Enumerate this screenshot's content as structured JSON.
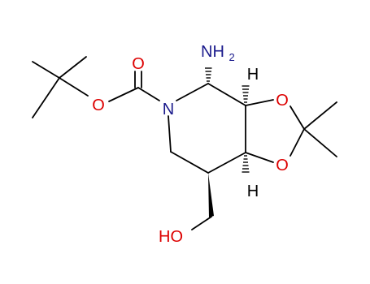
{
  "structure": {
    "atoms": {
      "carbonyl_oxygen": {
        "text": "O",
        "color": "#dd0000"
      },
      "ester_oxygen": {
        "text": "O",
        "color": "#dd0000"
      },
      "ring_nitrogen": {
        "text": "N",
        "color": "#1a1a8c"
      },
      "amino": {
        "text": "NH",
        "subscript": "2",
        "color": "#1a1a8c"
      },
      "dioxolane_oxygen_top": {
        "text": "O",
        "color": "#dd0000"
      },
      "dioxolane_oxygen_bottom": {
        "text": "O",
        "color": "#dd0000"
      },
      "hydroxyl": {
        "text": "HO",
        "color": "#dd0000"
      },
      "stereo_h_top": {
        "text": "H",
        "color": "#000000"
      },
      "stereo_h_bottom": {
        "text": "H",
        "color": "#000000"
      }
    },
    "bond_color": "#000000"
  }
}
